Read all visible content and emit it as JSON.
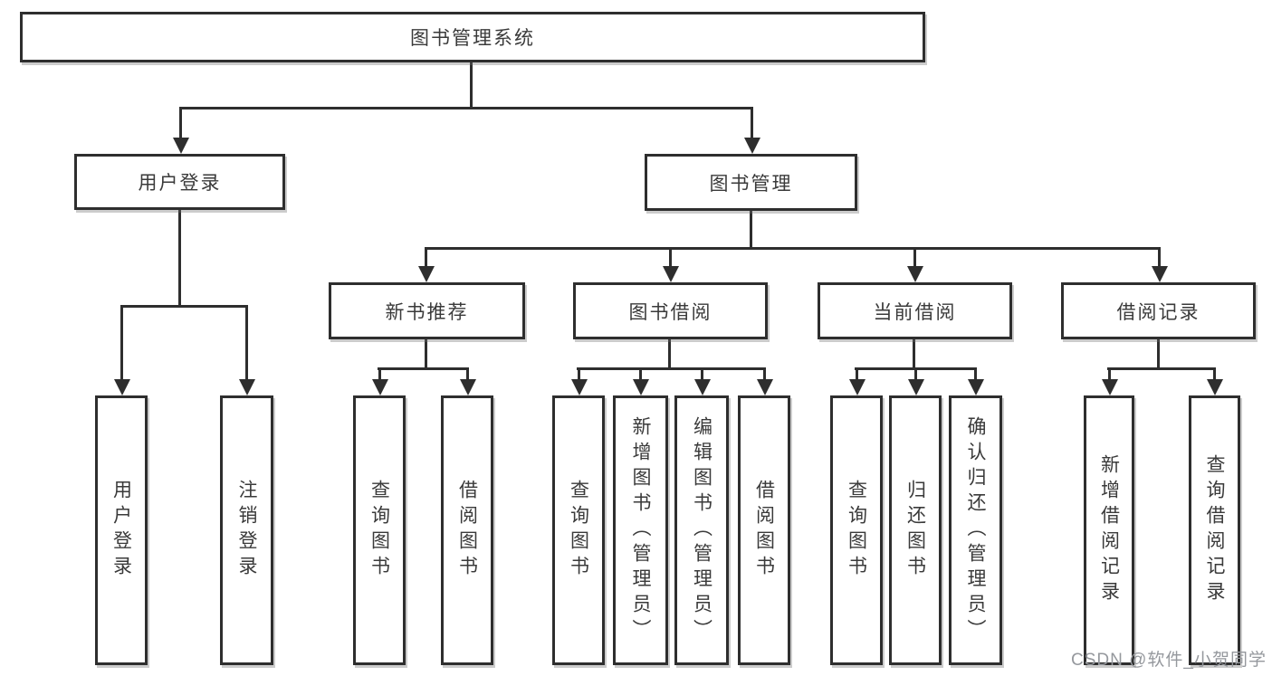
{
  "tree": {
    "root": {
      "label": "图书管理系统"
    },
    "login": {
      "label": "用户登录",
      "children": [
        {
          "label": "用户登录"
        },
        {
          "label": "注销登录"
        }
      ]
    },
    "management": {
      "label": "图书管理"
    },
    "sections": [
      {
        "label": "新书推荐",
        "children": [
          {
            "label": "查询图书"
          },
          {
            "label": "借阅图书"
          }
        ]
      },
      {
        "label": "图书借阅",
        "children": [
          {
            "label": "查询图书"
          },
          {
            "label": "新增图书（管理员）"
          },
          {
            "label": "编辑图书（管理员）"
          },
          {
            "label": "借阅图书"
          }
        ]
      },
      {
        "label": "当前借阅",
        "children": [
          {
            "label": "查询图书"
          },
          {
            "label": "归还图书"
          },
          {
            "label": "确认归还（管理员）"
          }
        ]
      },
      {
        "label": "借阅记录",
        "children": [
          {
            "label": "新增借阅记录"
          },
          {
            "label": "查询借阅记录"
          }
        ]
      }
    ]
  },
  "watermark": {
    "text": "CSDN @软件_小贺同学"
  },
  "colors": {
    "line": "#2e2e2e",
    "text": "#3a3a3a",
    "background": "#ffffff",
    "watermark": "#95989d"
  }
}
